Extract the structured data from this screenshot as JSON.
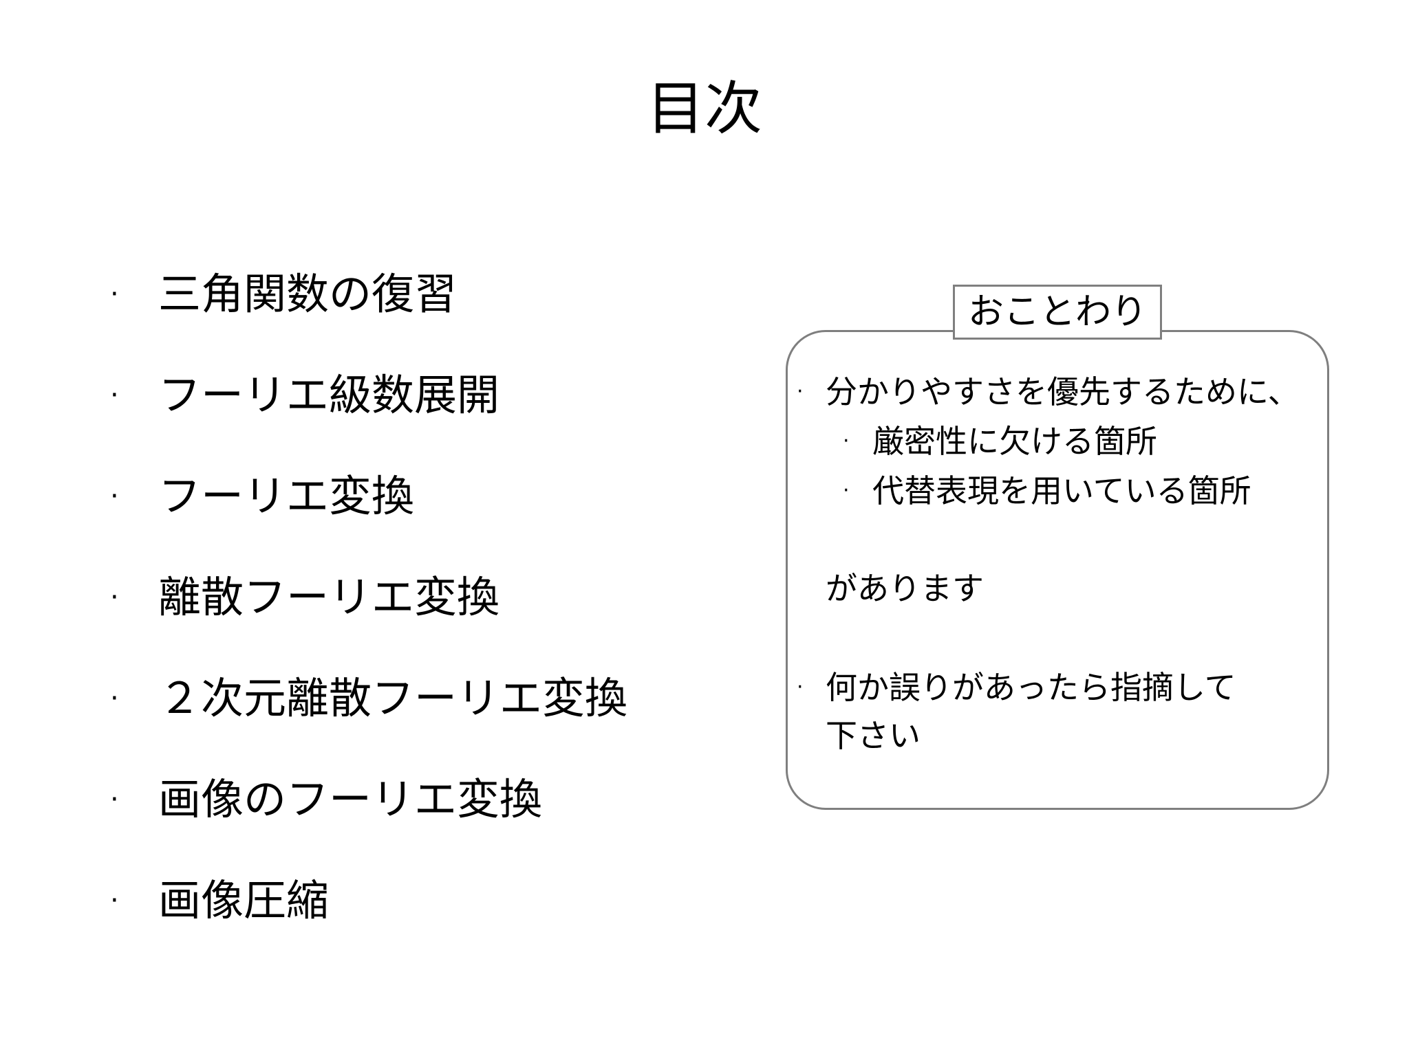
{
  "slide": {
    "title": "目次",
    "toc": {
      "bullet": "·",
      "items": [
        {
          "label": "三角関数の復習"
        },
        {
          "label": "フーリエ級数展開"
        },
        {
          "label": "フーリエ変換"
        },
        {
          "label": "離散フーリエ変換"
        },
        {
          "label": "２次元離散フーリエ変換"
        },
        {
          "label": "画像のフーリエ変換"
        },
        {
          "label": "画像圧縮"
        }
      ]
    },
    "note": {
      "label": "おことわり",
      "bullet": "·",
      "line1": "分かりやすさを優先するために、",
      "sub1": "厳密性に欠ける箇所",
      "sub2": "代替表現を用いている箇所",
      "line2": "があります",
      "line3": "何か誤りがあったら指摘して",
      "line4": "下さい"
    }
  }
}
